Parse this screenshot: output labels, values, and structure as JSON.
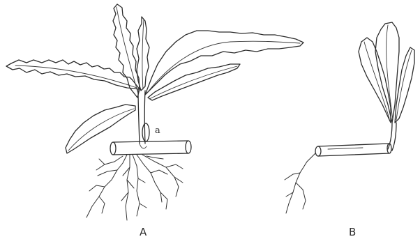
{
  "figure": {
    "panels": [
      {
        "label": "A",
        "part_label": "a"
      },
      {
        "label": "B"
      }
    ]
  }
}
